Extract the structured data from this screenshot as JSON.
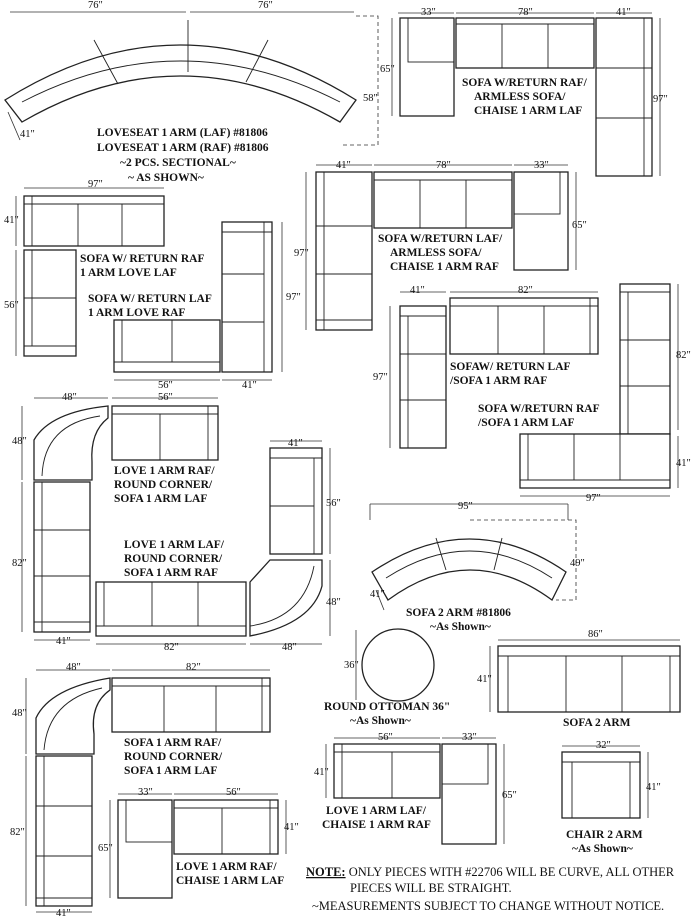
{
  "groups": {
    "loveseat_sectional": {
      "title_lines": [
        "LOVESEAT 1 ARM (LAF) #81806",
        "LOVESEAT 1 ARM (RAF) #81806",
        "~2 PCS. SECTIONAL~",
        "~ AS SHOWN~"
      ],
      "dims": [
        "76\"",
        "76\"",
        "41\"",
        "58\""
      ]
    },
    "sofa_return_raf_armless": {
      "title_lines": [
        "SOFA W/RETURN RAF/",
        "ARMLESS SOFA/",
        "CHAISE 1 ARM LAF"
      ],
      "dims": [
        "33\"",
        "78\"",
        "41\"",
        "65\"",
        "97\""
      ]
    },
    "sofa_return_laf_armless": {
      "title_lines": [
        "SOFA W/RETURN LAF/",
        "ARMLESS SOFA/",
        "CHAISE 1 ARM RAF"
      ],
      "dims": [
        "41\"",
        "78\"",
        "33\"",
        "97\"",
        "65\""
      ]
    },
    "sofa_return_raf_love": {
      "title_lines": [
        "SOFA W/ RETURN RAF",
        "1 ARM LOVE LAF"
      ],
      "dims": [
        "97\"",
        "41\"",
        "56\""
      ]
    },
    "sofa_return_laf_love": {
      "title_lines": [
        "SOFA  W/ RETURN LAF",
        "1 ARM LOVE RAF"
      ],
      "dims": [
        "97\"",
        "56\"",
        "41\""
      ]
    },
    "sofa_return_laf_sofa": {
      "title_lines": [
        "SOFAW/ RETURN LAF",
        "/SOFA 1 ARM RAF"
      ],
      "dims": [
        "41\"",
        "82\"",
        "97\""
      ]
    },
    "sofa_return_raf_sofa": {
      "title_lines": [
        "SOFA W/RETURN RAF",
        "/SOFA 1 ARM LAF"
      ],
      "dims": [
        "82\"",
        "41\"",
        "97\""
      ]
    },
    "love_raf_corner_sofa_laf": {
      "title_lines": [
        "LOVE 1 ARM RAF/",
        "ROUND CORNER/",
        "SOFA 1 ARM LAF"
      ],
      "dims": [
        "48\"",
        "56\"",
        "48\"",
        "82\"",
        "41\""
      ]
    },
    "love_laf_corner_sofa_raf": {
      "title_lines": [
        "LOVE 1 ARM LAF/",
        "ROUND CORNER/",
        "SOFA 1 ARM RAF"
      ],
      "dims": [
        "41\"",
        "56\"",
        "48\"",
        "82\"",
        "48\""
      ]
    },
    "sofa_2_arm_curved": {
      "title_lines": [
        "SOFA 2 ARM #81806",
        "~As Shown~"
      ],
      "dims": [
        "95\"",
        "49\"",
        "41\""
      ]
    },
    "round_ottoman": {
      "title_lines": [
        "ROUND OTTOMAN 36\"",
        "~As Shown~"
      ],
      "dims": [
        "36\""
      ]
    },
    "sofa_2_arm": {
      "title_lines": [
        "SOFA 2 ARM"
      ],
      "dims": [
        "86\"",
        "41\""
      ]
    },
    "sofa_raf_corner_sofa_laf": {
      "title_lines": [
        "SOFA 1 ARM RAF/",
        "ROUND CORNER/",
        "SOFA 1 ARM LAF"
      ],
      "dims": [
        "48\"",
        "82\"",
        "48\"",
        "82\"",
        "41\""
      ]
    },
    "love_laf_chaise_raf": {
      "title_lines": [
        "LOVE 1 ARM LAF/",
        "CHAISE 1 ARM RAF"
      ],
      "dims": [
        "56\"",
        "33\"",
        "41\"",
        "65\""
      ]
    },
    "chair_2_arm": {
      "title_lines": [
        "CHAIR 2 ARM",
        "~As Shown~"
      ],
      "dims": [
        "32\"",
        "41\""
      ]
    },
    "love_raf_chaise_laf": {
      "title_lines": [
        "LOVE 1 ARM RAF/",
        "CHAISE 1 ARM LAF"
      ],
      "dims": [
        "33\"",
        "56\"",
        "65\"",
        "41\""
      ]
    },
    "sofa_raf_corner_sofa_laf_2": {
      "dims": [
        "82\"",
        "41\""
      ]
    }
  },
  "note": {
    "label": "NOTE:",
    "line1": " ONLY PIECES WITH #22706 WILL BE CURVE, ALL OTHER",
    "line2": "PIECES WILL BE STRAIGHT.",
    "line3": "~MEASUREMENTS SUBJECT TO CHANGE WITHOUT NOTICE."
  }
}
